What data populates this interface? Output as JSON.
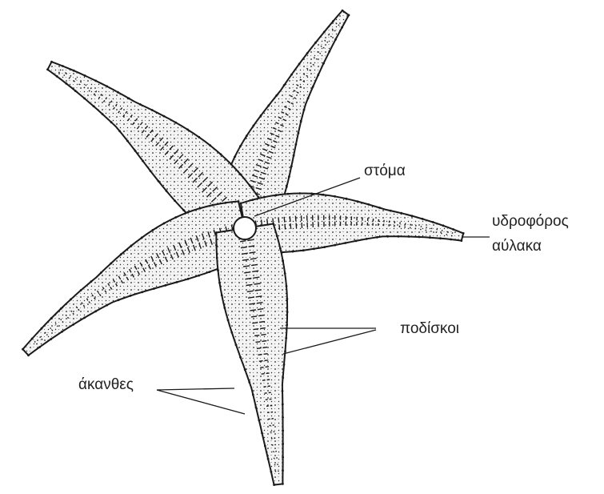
{
  "labels": {
    "mouth": "στόμα",
    "water_groove_line1": "υδροφόρος",
    "water_groove_line2": "αύλακα",
    "tube_feet": "ποδίσκοι",
    "spines": "άκανθες"
  },
  "colors": {
    "ink": "#1a1a1a",
    "background": "#ffffff",
    "body_fill": "#f4f4f4"
  }
}
